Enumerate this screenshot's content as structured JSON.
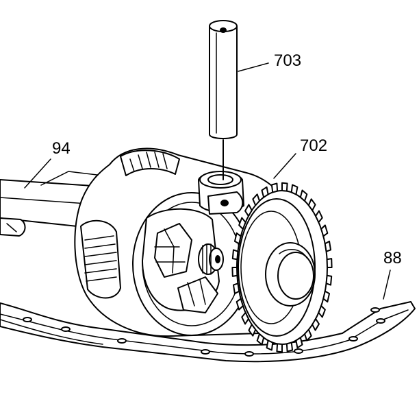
{
  "callouts": {
    "tool": "703",
    "case": "702",
    "axle": "94",
    "pan": "88"
  }
}
